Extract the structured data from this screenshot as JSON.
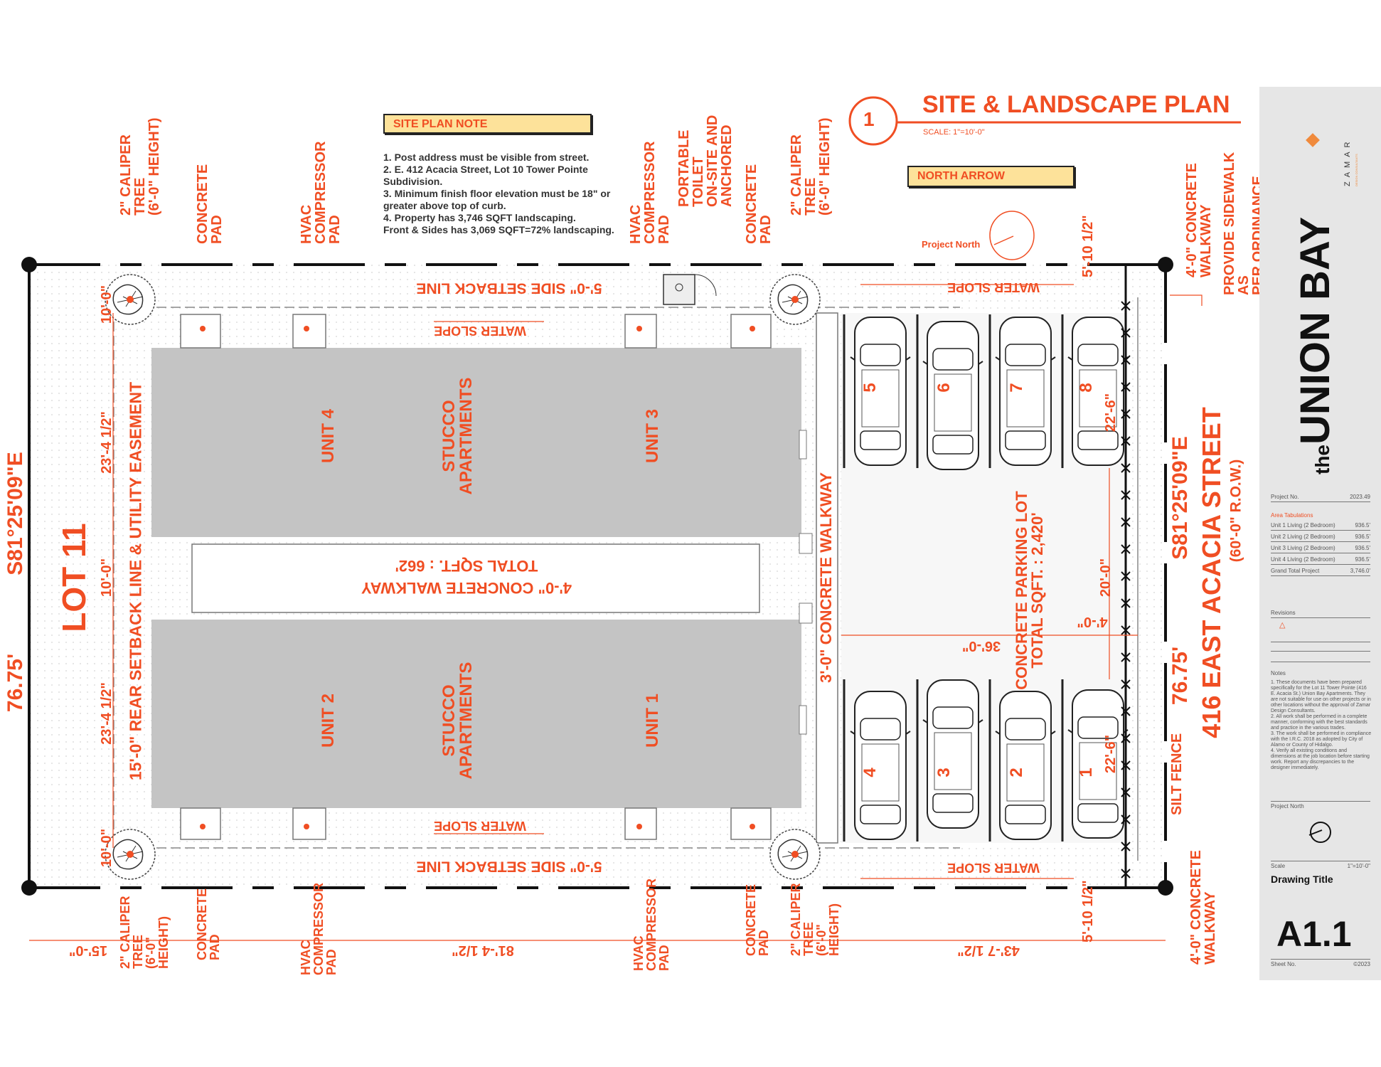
{
  "drawing": {
    "number": "1",
    "title": "SITE & LANDSCAPE PLAN",
    "scale": "SCALE: 1\"=10'-0\""
  },
  "site_plan_note": {
    "heading": "SITE PLAN NOTE",
    "items": [
      "1.  Post address must be visible from street.",
      "2.  E. 412 Acacia Street, Lot 10 Tower Pointe Subdivision.",
      "3.  Minimum finish floor elevation must be 18\" or greater above top of curb.",
      "4.  Property has 3,746 SQFT landscaping.",
      "Front & Sides has 3,069 SQFT=72% landscaping."
    ]
  },
  "north_arrow": {
    "heading": "NORTH ARROW",
    "label": "Project North"
  },
  "lot": {
    "name": "LOT 11",
    "bearing_left": "S81°25'09\"E",
    "length_left": "76.75'",
    "bearing_right": "S81°25'09\"E",
    "length_right": "76.75'",
    "street": "416 EAST ACACIA STREET",
    "row": "(60'-0\" R.O.W.)",
    "rear_setback": "15'-0\" REAR SETBACK LINE & UTILITY EASEMENT",
    "side_setback_top": "5'-0\" SIDE SETBACK LINE",
    "side_setback_bottom": "5'-0\" SIDE SETBACK LINE",
    "water_slope": "WATER SLOPE"
  },
  "buildings": {
    "top": {
      "unit_left": "UNIT 4",
      "type": "STUCCO\nAPARTMENTS",
      "unit_right": "UNIT 3"
    },
    "bottom": {
      "unit_left": "UNIT 2",
      "type": "STUCCO\nAPARTMENTS",
      "unit_right": "UNIT 1"
    },
    "walkway": "4'-0\" CONCRETE WALKWAY",
    "walkway_sqft": "TOTAL SQFT. : 662'",
    "side_walkway": "3'-0\" CONCRETE WALKWAY"
  },
  "left_dims": [
    "10'-0\"",
    "23'-4 1/2\"",
    "10'-0\"",
    "23'-4 1/2\"",
    "10'-0\""
  ],
  "top_labels": {
    "tree": "2\" CALIPER\nTREE\n(6'-0\" HEIGHT)",
    "concrete_pad": "CONCRETE\nPAD",
    "hvac": "HVAC\nCOMPRESSOR\nPAD",
    "toilet": "PORTABLE\nTOILET\nON-SITE AND\nANCHORED",
    "setback_dim": "5'-10 1/2\"",
    "walkway": "4'-0\" CONCRETE\nWALKWAY",
    "sidewalk": "PROVIDE SIDEWALK AS\nPER ORDINANCE"
  },
  "bottom_labels": {
    "tree": "2\" CALIPER\nTREE\n(6'-0\"\nHEIGHT)",
    "concrete_pad": "CONCRETE\nPAD",
    "hvac": "HVAC\nCOMPRESSOR\nPAD",
    "setback_dim": "5'-10 1/2\"",
    "walkway": "4'-0\" CONCRETE\nWALKWAY",
    "silt_fence": "SILT FENCE"
  },
  "bottom_dims": [
    "15'-0\"",
    "81'-4 1/2\"",
    "43'-7 1/2\""
  ],
  "parking": {
    "label": "CONCRETE PARKING LOT\nTOTAL SQFT. : 2,420'",
    "spaces_top": [
      "5",
      "6",
      "7",
      "8"
    ],
    "spaces_bottom": [
      "4",
      "3",
      "2",
      "1"
    ],
    "space_length_top": "22'-6\"",
    "space_length_bottom": "22'-6\"",
    "aisle_width": "20'-0\"",
    "walk_width": "4'-0\"",
    "lot_depth": "36'-0\""
  },
  "title_block": {
    "firm": "ZAMAR",
    "firm_sub": "DESIGN CONSULTANTS",
    "project_prefix": "the",
    "project_name": "UNION BAY",
    "project_no_label": "Project No.",
    "project_no": "2023.49",
    "area_heading": "Area Tabulations",
    "areas": [
      {
        "name": "Unit 1 Living (2 Bedroom)",
        "value": "936.5'"
      },
      {
        "name": "Unit 2 Living (2 Bedroom)",
        "value": "936.5'"
      },
      {
        "name": "Unit 3 Living (2 Bedroom)",
        "value": "936.5'"
      },
      {
        "name": "Unit 4 Living (2 Bedroom)",
        "value": "936.5'"
      },
      {
        "name": "Grand Total Project",
        "value": "3,746.0'"
      }
    ],
    "revisions_label": "Revisions",
    "notes_label": "Notes",
    "notes": "1. These documents have been prepared specifically for the Lot 11 Tower Pointe (416 E. Acacia St.) Union Bay Apartments. They are not suitable for use on other projects or in other locations without the approval of Zamar Design Consultants.\n2. All work shall be performed in a complete manner, conforming with the best standards and practice in the various trades.\n3. The work shall be performed in compliance with the I.R.C. 2018 as adopted by City of Alamo or County of Hidalgo.\n4. Verify all existing conditions and dimensions at the job location before starting work. Report any discrepancies to the designer immediately.",
    "project_north_label": "Project North",
    "scale_label": "Scale",
    "scale": "1\"=10'-0\"",
    "drawing_title": "Drawing Title",
    "sheet": "A1.1",
    "sheet_label": "Sheet No.",
    "copyright": "©2023"
  },
  "colors": {
    "accent": "#f04e23",
    "building": "#c4c4c4",
    "note_fill": "#fde29a",
    "title_block": "#e6e6e6"
  }
}
